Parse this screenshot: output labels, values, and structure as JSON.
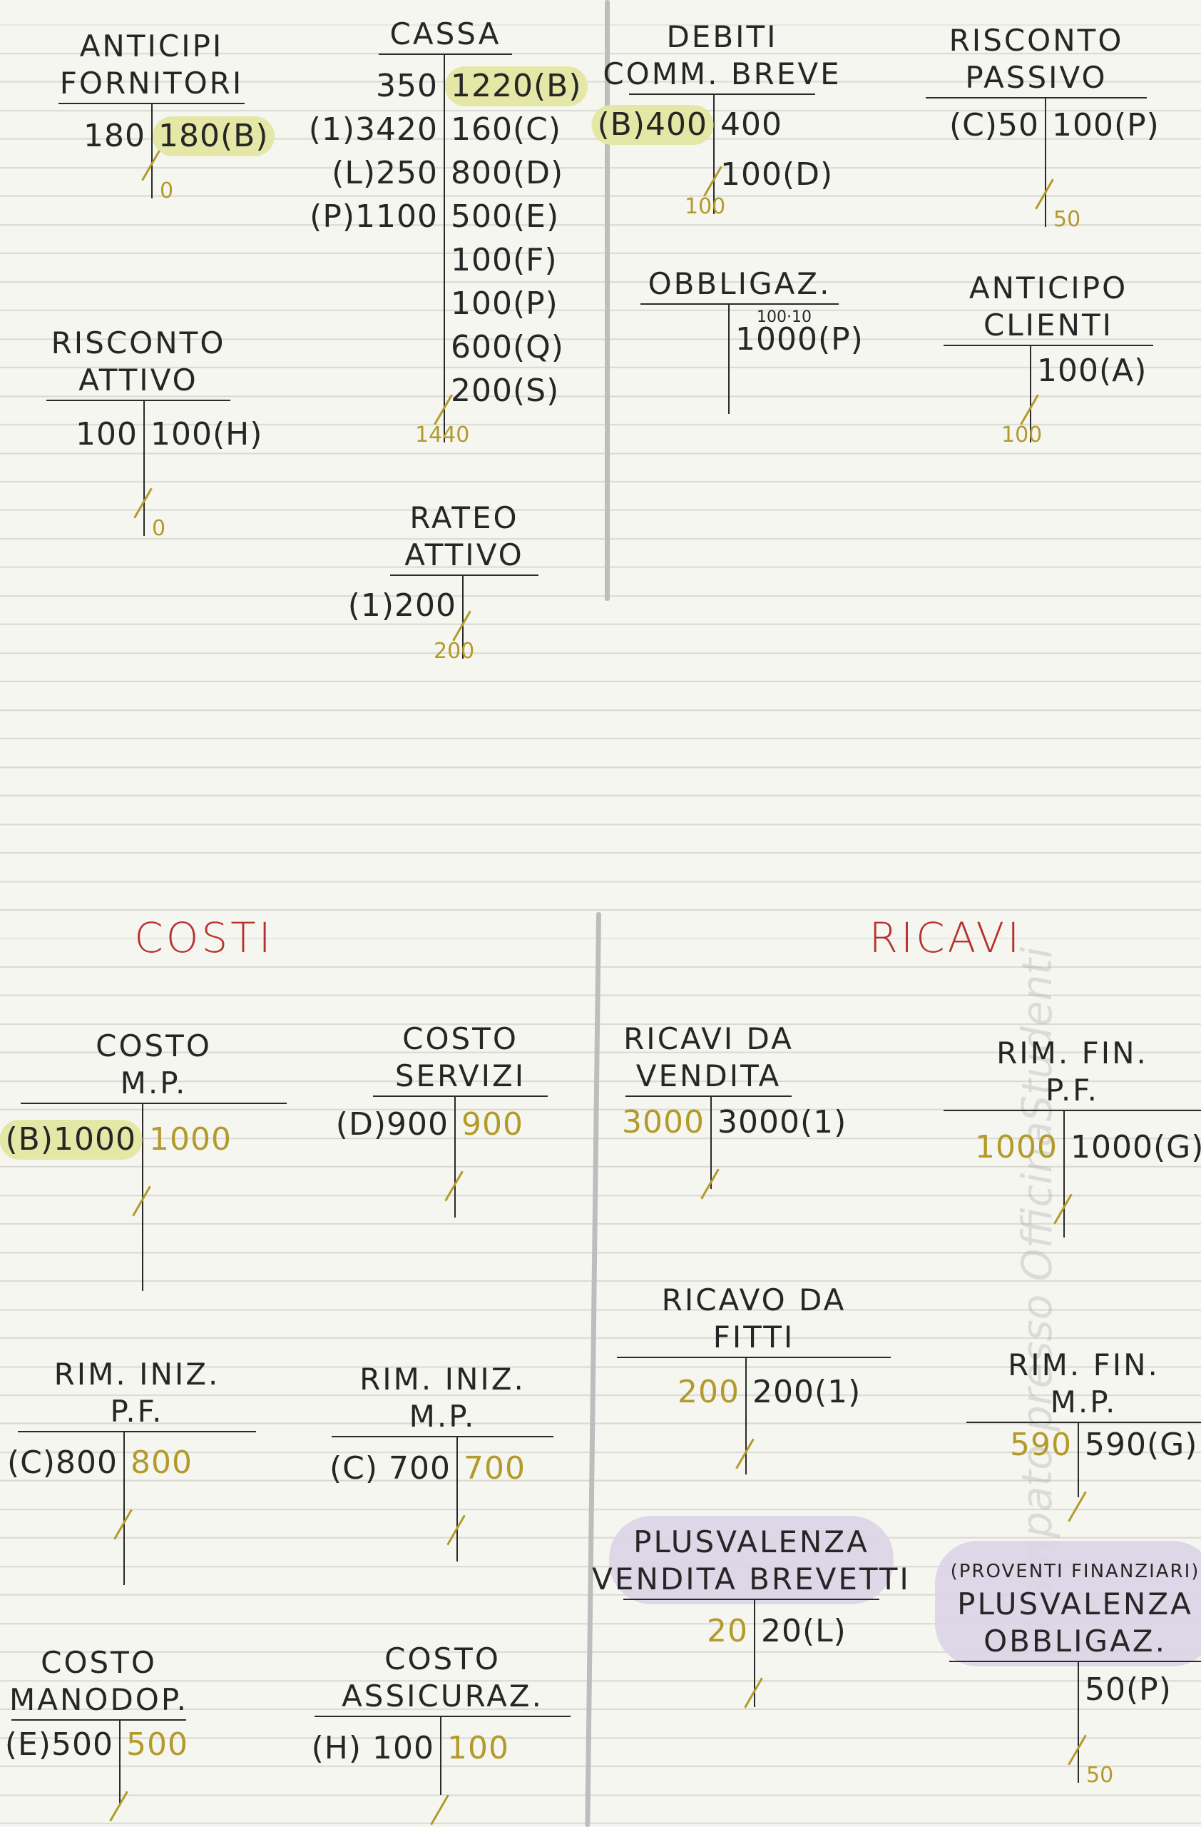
{
  "sections": {
    "costi": "COSTI",
    "ricavi": "RICAVI"
  },
  "watermark": "stampato presso OfficinaStudenti",
  "colors": {
    "ink": "#262626",
    "yellow": "#b39a2a",
    "highlight": "#e4e7a6",
    "purple": "#dcd4e6",
    "section": "#b8312f"
  },
  "accounts": [
    {
      "id": "anticipi-fornitori",
      "title": [
        "ANTICIPI",
        "FORNITORI"
      ],
      "left": [
        {
          "text": "180"
        }
      ],
      "right": [
        {
          "text": "180(B)",
          "hl": true
        }
      ],
      "balance": "0"
    },
    {
      "id": "cassa",
      "title": [
        "CASSA"
      ],
      "left": [
        {
          "text": "350"
        },
        {
          "text": "(1)3420"
        },
        {
          "text": "(L)250"
        },
        {
          "text": "(P)1100"
        }
      ],
      "right": [
        {
          "text": "1220(B)",
          "hl": true
        },
        {
          "text": "160(C)"
        },
        {
          "text": "800(D)"
        },
        {
          "text": "500(E)"
        },
        {
          "text": "100(F)"
        },
        {
          "text": "100(P)"
        },
        {
          "text": "600(Q)"
        },
        {
          "text": "200(S)"
        }
      ],
      "balance": "1440"
    },
    {
      "id": "risconto-attivo",
      "title": [
        "RISCONTO",
        "ATTIVO"
      ],
      "left": [
        {
          "text": "100"
        }
      ],
      "right": [
        {
          "text": "100(H)"
        }
      ],
      "balance": "0"
    },
    {
      "id": "rateo-attivo",
      "title": [
        "RATEO",
        "ATTIVO"
      ],
      "left": [
        {
          "text": "(1)200"
        }
      ],
      "right": [],
      "balance": "200"
    },
    {
      "id": "debiti-comm-breve",
      "title": [
        "DEBITI",
        "COMM. BREVE"
      ],
      "left": [
        {
          "text": "(B)400",
          "hl": true
        }
      ],
      "right": [
        {
          "text": "400"
        },
        {
          "text": "100(D)"
        }
      ],
      "balance": "100"
    },
    {
      "id": "risconto-passivo",
      "title": [
        "RISCONTO",
        "PASSIVO"
      ],
      "left": [
        {
          "text": "(C)50"
        }
      ],
      "right": [
        {
          "text": "100(P)"
        }
      ],
      "balance": "50"
    },
    {
      "id": "obbligaz",
      "title": [
        "OBBLIGAZ."
      ],
      "left": [],
      "right": [
        {
          "text": "1000(P)"
        }
      ],
      "note": "100·10"
    },
    {
      "id": "anticipo-clienti",
      "title": [
        "ANTICIPO",
        "CLIENTI"
      ],
      "left": [],
      "right": [
        {
          "text": "100(A)"
        }
      ],
      "balance": "100"
    },
    {
      "id": "costo-mp",
      "title": [
        "COSTO",
        "M.P."
      ],
      "left": [
        {
          "text": "(B)1000",
          "hl": true
        }
      ],
      "right": [
        {
          "text": "1000",
          "yellow": true
        }
      ],
      "closed": true
    },
    {
      "id": "costo-servizi",
      "title": [
        "COSTO",
        "SERVIZI"
      ],
      "left": [
        {
          "text": "(D)900"
        }
      ],
      "right": [
        {
          "text": "900",
          "yellow": true
        }
      ],
      "closed": true
    },
    {
      "id": "rim-iniz-pf",
      "title": [
        "RIM. INIZ.",
        "P.F."
      ],
      "left": [
        {
          "text": "(C)800"
        }
      ],
      "right": [
        {
          "text": "800",
          "yellow": true
        }
      ],
      "closed": true
    },
    {
      "id": "rim-iniz-mp",
      "title": [
        "RIM.  INIZ.",
        "M.P."
      ],
      "left": [
        {
          "text": "(C) 700"
        }
      ],
      "right": [
        {
          "text": "700",
          "yellow": true
        }
      ],
      "closed": true
    },
    {
      "id": "costo-manodop",
      "title": [
        "COSTO",
        "MANODOP."
      ],
      "left": [
        {
          "text": "(E)500"
        }
      ],
      "right": [
        {
          "text": "500",
          "yellow": true
        }
      ],
      "closed": true
    },
    {
      "id": "costo-assicuraz",
      "title": [
        "COSTO",
        "ASSICURAZ."
      ],
      "left": [
        {
          "text": "(H) 100"
        }
      ],
      "right": [
        {
          "text": "100",
          "yellow": true
        }
      ],
      "closed": true
    },
    {
      "id": "ricavi-vendita",
      "title": [
        "RICAVI  DA",
        "VENDITA"
      ],
      "left": [
        {
          "text": "3000",
          "yellow": true
        }
      ],
      "right": [
        {
          "text": "3000(1)"
        }
      ],
      "closed": true
    },
    {
      "id": "rim-fin-pf",
      "title": [
        "RIM.  FIN.",
        "P.F."
      ],
      "left": [
        {
          "text": "1000",
          "yellow": true
        }
      ],
      "right": [
        {
          "text": "1000(G)"
        }
      ],
      "closed": true
    },
    {
      "id": "ricavo-fitti",
      "title": [
        "RICAVO  DA",
        "FITTI"
      ],
      "left": [
        {
          "text": "200",
          "yellow": true
        }
      ],
      "right": [
        {
          "text": "200(1)"
        }
      ],
      "closed": true
    },
    {
      "id": "rim-fin-mp",
      "title": [
        "RIM. FIN.",
        "M.P."
      ],
      "left": [
        {
          "text": "590",
          "yellow": true
        }
      ],
      "right": [
        {
          "text": "590(G)"
        }
      ],
      "closed": true
    },
    {
      "id": "plusvalenza-vendita-brevetti",
      "title": [
        "PLUSVALENZA",
        "VENDITA  BREVETTI"
      ],
      "left": [
        {
          "text": "20",
          "yellow": true
        }
      ],
      "right": [
        {
          "text": "20(L)"
        }
      ],
      "closed": true,
      "purple": true
    },
    {
      "id": "plusvalenza-obbligaz",
      "title": [
        "(PROVENTI  FINANZIARI)",
        "PLUSVALENZA",
        "OBBLIGAZ."
      ],
      "left": [],
      "right": [
        {
          "text": "50(P)"
        }
      ],
      "balance": "50",
      "purple": true,
      "smallFirst": true
    }
  ]
}
